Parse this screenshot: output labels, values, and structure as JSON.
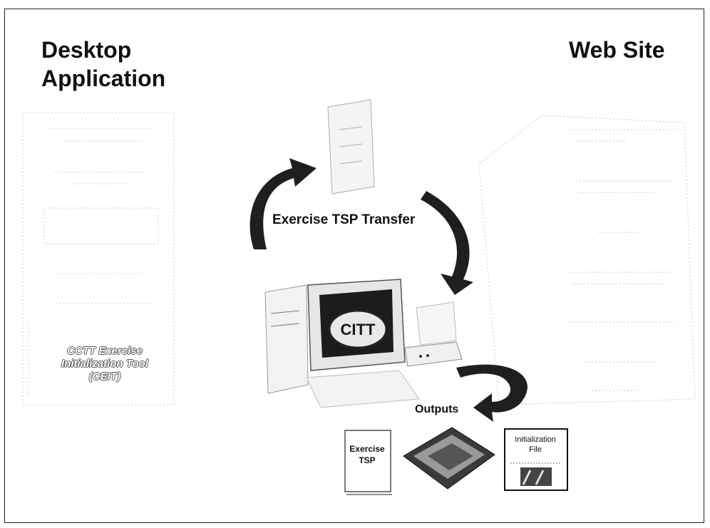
{
  "headings": {
    "left_line1": "Desktop",
    "left_line2": "Application",
    "right": "Web Site"
  },
  "desktop_panel": {
    "caption_line1": "CCTT Exercise",
    "caption_line2": "Initialization Tool",
    "caption_line3": "(CEIT)"
  },
  "flow": {
    "transfer_label": "Exercise TSP Transfer",
    "outputs_label": "Outputs"
  },
  "computer": {
    "monitor_logo": "CITT"
  },
  "outputs": {
    "document_line1": "Exercise",
    "document_line2": "TSP",
    "file_line1": "Initialization",
    "file_line2": "File"
  },
  "colors": {
    "arrow": "#1f1f1f",
    "faded_art": "#c8c8c8",
    "frame": "#222222"
  }
}
